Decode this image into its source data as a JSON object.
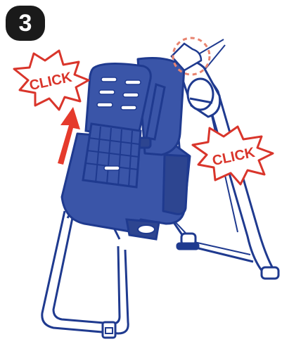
{
  "step": {
    "number": "3"
  },
  "callouts": {
    "click_left": "CLICK",
    "click_right": "CLICK"
  },
  "colors": {
    "outline": "#1f3a8f",
    "seat_fill": "#3a55a8",
    "seat_dark": "#2d4590",
    "star_fill": "#ffffff",
    "star_stroke": "#d9352b",
    "click_text": "#d9352b",
    "arrow": "#e53a2c",
    "highlight_circle": "#e8836f",
    "badge_bg": "#1a1a1a",
    "badge_text": "#ffffff"
  }
}
